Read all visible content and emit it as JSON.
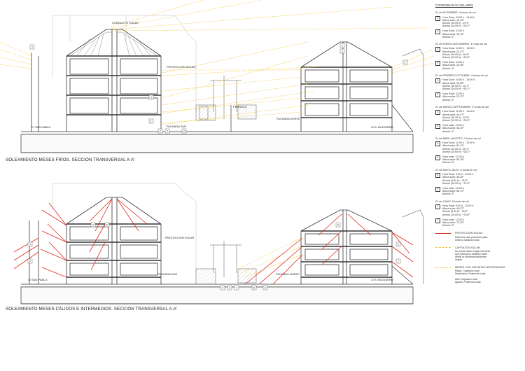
{
  "top_section": {
    "caption": "SOLEAMIENTO MESES FRÍOS. SECCIÓN TRANSVERSAL A-A'",
    "labels": {
      "conducto_solar": "CONDUCTO SOLAR",
      "proteccion_solar": "PROTECCIÓN SOLAR",
      "pergola": "PÉRGOLA",
      "fachada_sur": "FACHADA SUR",
      "fachada_norte": "FACHADA NORTE",
      "street_left": "C/ SAN PABLO",
      "street_right": "C/ B. BOGGIERO"
    }
  },
  "bottom_section": {
    "caption": "SOLEAMIENTO MESES CÁLIDOS  E INTERMEDIOS. SECCIÓN TRANSVERSAL A-A'",
    "labels": {
      "proteccion_solar": "PROTECCIÓN SOLAR",
      "fachada_sur": "FACHADA SUR",
      "fachada_norte": "FACHADA NORTE",
      "street_left": "C/ SAN PABLO",
      "street_right": "C/ B. BOGGIERO"
    }
  },
  "legend": {
    "title": "COORDENADAS SOLARES",
    "groups": [
      {
        "title": "21 de DICIEMBRE: 4 horas de sol",
        "entries": [
          {
            "num": "1",
            "lines": [
              "Hora Solar: 10:00 h - 14:00 h",
              "Altura solar: 19,44º",
              "Azimut (10:00 h): -29,1º",
              "Azimut (14:00 h): +29,1º"
            ]
          },
          {
            "num": "1'",
            "lines": [
              "Hora Solar: 12:00 h",
              "Altura solar: 25,15º",
              "Azimut: 0º"
            ]
          }
        ]
      },
      {
        "title": "21 de ENERO-NOVIEMBRE: 4 horas de sol",
        "entries": [
          {
            "num": "2",
            "lines": [
              "Hora Solar: 10:00 h - 14:00 h",
              "Altura solar: 22,47º",
              "Azimut (10:00 h): -30,9º",
              "Azimut (14:00 h): +30,9º"
            ]
          },
          {
            "num": "2'",
            "lines": [
              "Hora Solar: 12:00 h",
              "Altura solar: 28,46º",
              "Azimut: 0º"
            ]
          }
        ]
      },
      {
        "title": "21 de FEBRERO-OCTUBRE: 4 horas de sol",
        "entries": [
          {
            "num": "3",
            "lines": [
              "Hora Solar: 10:00 h - 14:00 h",
              "Altura solar: 30,56º",
              "Azimut (10:00 h): -34,7º",
              "Azimut (14:00 h): +34,7º"
            ]
          },
          {
            "num": "3'",
            "lines": [
              "Hora Solar: 12:00 h",
              "Altura solar: 37,37º",
              "Azimut: 0º"
            ]
          }
        ]
      },
      {
        "title": "21 de MARZO-SEPTIEMBRE: 3 horas de sol",
        "entries": [
          {
            "num": "4",
            "lines": [
              "Hora Solar: 10:30 h - 13:30 h",
              "Altura solar: 44,07º",
              "Azimut (10:30 h): -32,5º",
              "Azimut (13:30 h): +32,5º"
            ]
          },
          {
            "num": "4'",
            "lines": [
              "Hora solar: 12:00 h",
              "Altura solar: 48,20º",
              "Azimut: 0º"
            ]
          }
        ]
      },
      {
        "title": "21 de ABRIL-AGOSTO: 2 horas de sol",
        "entries": [
          {
            "num": "5",
            "lines": [
              "Hora Solar: 11:00 h - 13:00 h",
              "Altura solar: 57,41º",
              "Azimut (11:00 h): -26,1º",
              "Azimut (13:00 h): +26,1º"
            ]
          },
          {
            "num": "5'",
            "lines": [
              "Hora solar: 12:00 h",
              "Altura solar: 60,16º",
              "Azimut: 0º"
            ]
          }
        ]
      },
      {
        "title": "21 de MAYO-JULIO: 5 horas de sol",
        "entries": [
          {
            "num": "6",
            "lines": [
              "Hora Solar: 9:00 h - 15:00 h",
              "Altura solar: 46,52º",
              "Azimut (9:00 h): -74,9º",
              "Azimut (15:00 h): +74,9º"
            ]
          },
          {
            "num": "6'",
            "lines": [
              "Hora solar: 12:00 h",
              "Altura solar: 68,74º",
              "Azimut: 0º"
            ]
          }
        ]
      },
      {
        "title": "21 de JUNIO: 5 horas de sol",
        "entries": [
          {
            "num": "7",
            "lines": [
              "Hora Solar: 9:00 h - 15:00 h",
              "Altura solar: 48,97º",
              "Azimut (9:00 h): -78,6º",
              "Azimut (14:00 h): +78,6º"
            ]
          },
          {
            "num": "7'",
            "lines": [
              "Hora solar: 12:00 h",
              "Altura solar: 72,22º",
              "Azimut: 0º"
            ]
          }
        ]
      }
    ],
    "symbols": [
      {
        "kind": "red",
        "label": "PROTECCIÓN SOLAR",
        "note": [
          "Debemos usar protección para",
          "evitar la radiación solar"
        ]
      },
      {
        "kind": "yellow",
        "label": "CAPTACIÓN SOLAR",
        "note": [
          "No puede haber ningún elemento",
          "que obstruya la radiación solar",
          "desde la horizontal hasta este",
          "ángulo"
        ]
      },
      {
        "kind": "mixed",
        "label": "MESES CON DISTINTAS NECESIDADES",
        "note": [
          "Marzo: Captación solar",
          "Septiembre: Protección solar",
          "",
          "Abril: Captación solar",
          "Agosto: Protección solar"
        ]
      }
    ],
    "colors": {
      "red": "#e0281e",
      "yellow": "#f2c230",
      "line": "#333333"
    }
  }
}
